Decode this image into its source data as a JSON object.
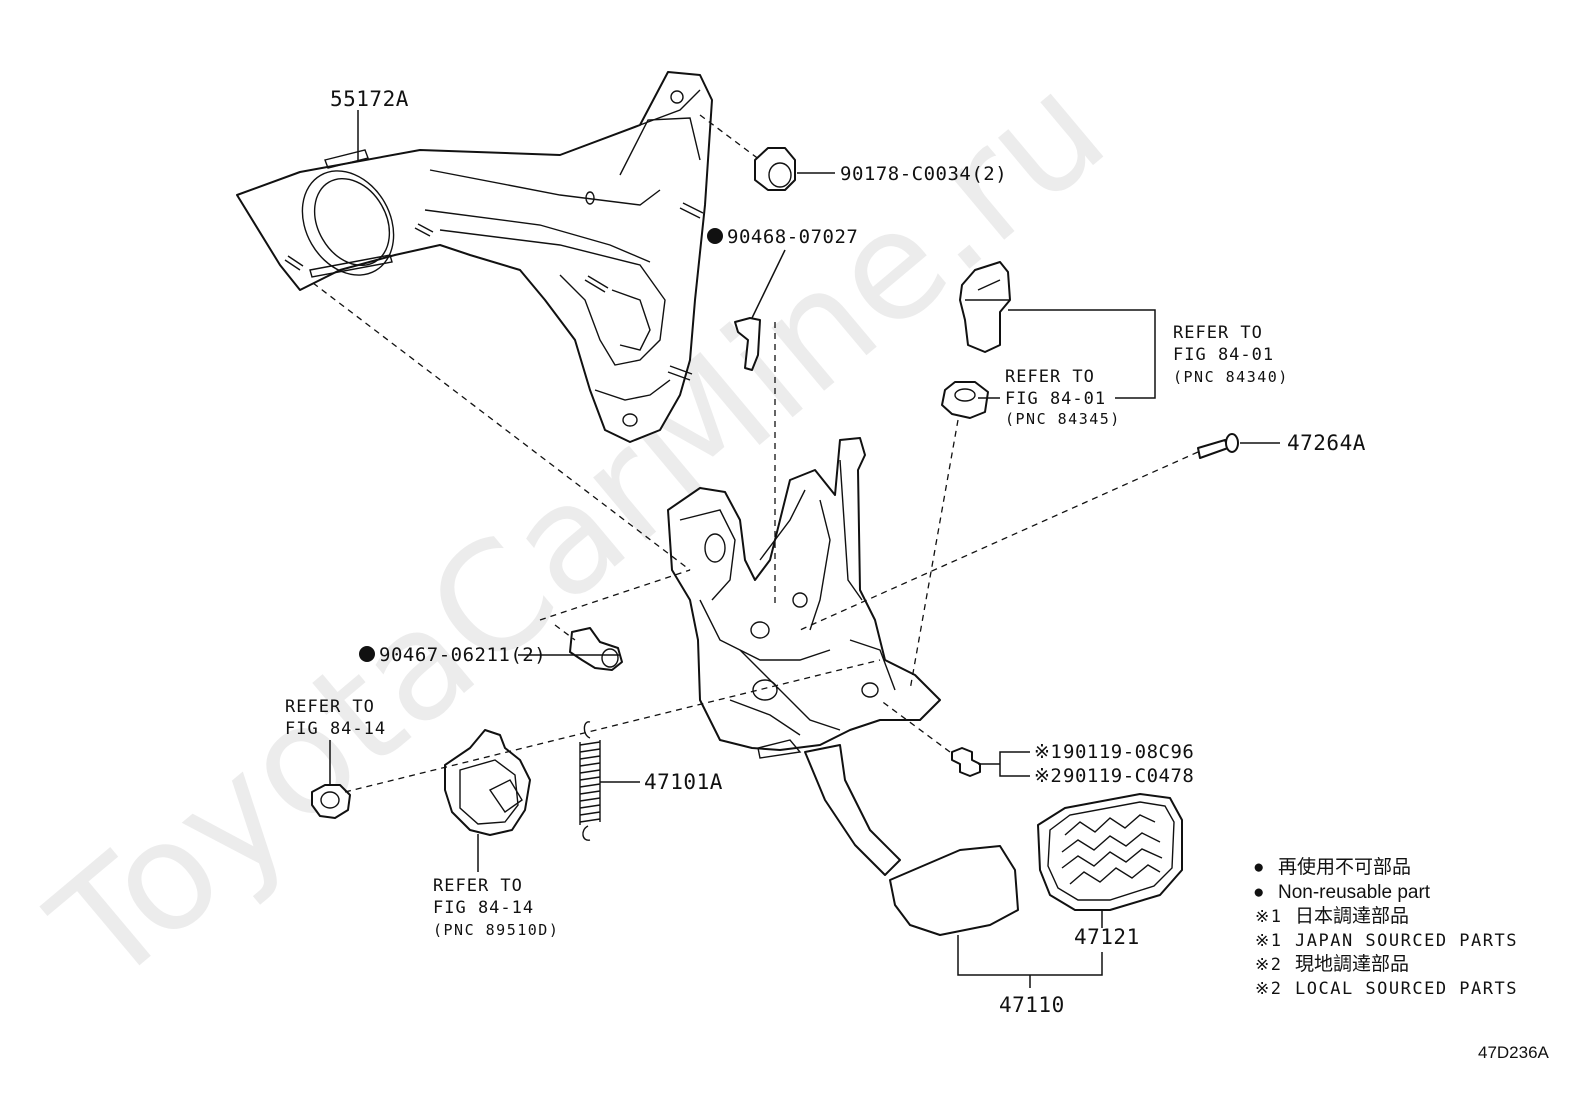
{
  "watermark": "ToyotaCarMine.ru",
  "parts": {
    "bracket": "55172A",
    "nut_top": "90178-C0034(2)",
    "clip_top": "90468-07027",
    "pin": "47264A",
    "clip_bottom": "90467-06211(2)",
    "spring": "47101A",
    "bolt_1": "90119-08C96",
    "bolt_2": "90119-C0478",
    "bolt_mark_1": "※1",
    "bolt_mark_2": "※2",
    "pad": "47121",
    "pedal_assy": "47110"
  },
  "refs": {
    "switch": {
      "line1": "REFER TO",
      "line2": "FIG 84-01",
      "line3": "(PNC 84340)"
    },
    "switch_nut": {
      "line1": "REFER TO",
      "line2": "FIG 84-01",
      "line3": "(PNC 84345)"
    },
    "grommet": {
      "line1": "REFER TO",
      "line2": "FIG 84-14"
    },
    "sensor": {
      "line1": "REFER TO",
      "line2": "FIG 84-14",
      "line3": "(PNC 89510D)"
    }
  },
  "legend": [
    {
      "marker": "●",
      "text": "再使用不可部品"
    },
    {
      "marker": "●",
      "text": "Non-reusable part"
    },
    {
      "marker": "※1",
      "text": "日本調達部品"
    },
    {
      "marker": "※1",
      "text": "JAPAN SOURCED PARTS"
    },
    {
      "marker": "※2",
      "text": "現地調達部品"
    },
    {
      "marker": "※2",
      "text": "LOCAL SOURCED PARTS"
    }
  ],
  "diagram_code": "47D236A",
  "colors": {
    "line": "#111111",
    "background": "#ffffff"
  }
}
